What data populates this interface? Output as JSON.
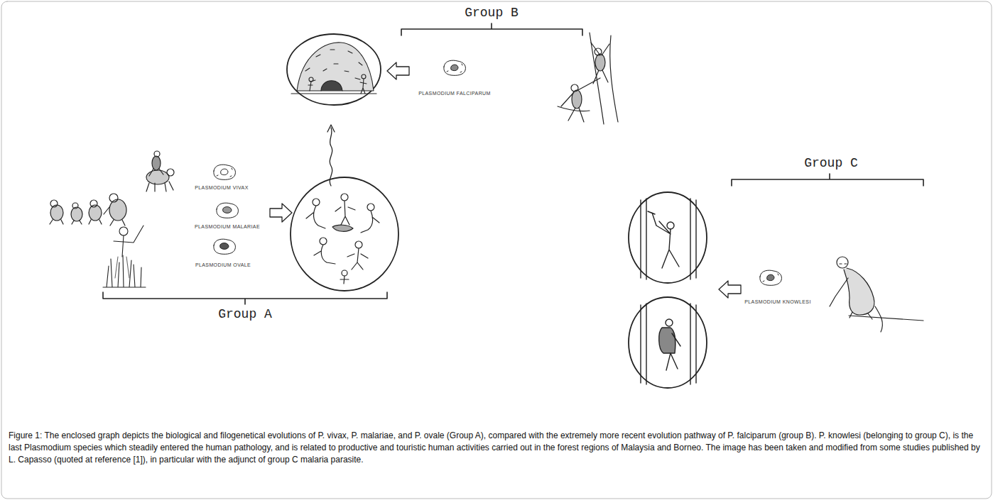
{
  "diagram": {
    "caption": "Figure 1: The enclosed graph depicts the biological and filogenetical evolutions of P. vivax, P. malariae, and P. ovale (Group A), compared with the extremely more recent evolution pathway of P. falciparum (group B). P. knowlesi (belonging to group C), is the last Plasmodium species which steadily entered the human pathology, and is related to productive and touristic human activities carried out in the forest regions of Malaysia and Borneo. The image has been taken and modified from some studies published by L. Capasso (quoted at reference [1]), in particular with the adjunct of group C malaria parasite.",
    "labels": [
      "Group B",
      "PLASMODIUM FALCIPARUM",
      "PLASMODIUM VIVAX",
      "PLASMODIUM MALARIAE",
      "PLASMODIUM OVALE",
      "Group A",
      "Group C",
      "PLASMODIUM KNOWLESI"
    ]
  }
}
